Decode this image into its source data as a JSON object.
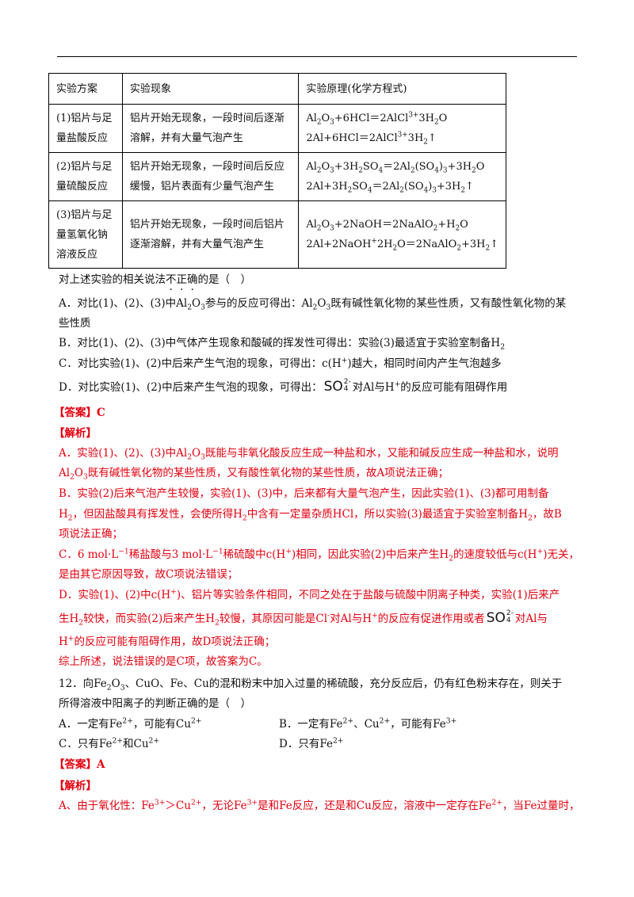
{
  "table": {
    "headers": [
      "实验方案",
      "实验现象",
      "实验原理(化学方程式)"
    ],
    "rows": [
      {
        "scheme": [
          "(1)铝片与足",
          "量盐酸反应"
        ],
        "phenomenon": [
          "铝片开始无现象，一段时间后逐渐",
          "溶解，并有大量气泡产生"
        ],
        "equations": [
          "Al2O3+6HCl＝2AlCl3+3H2O",
          "2Al+6HCl＝2AlCl3+3H2↑"
        ]
      },
      {
        "scheme": [
          "(2)铝片与足",
          "量硫酸反应"
        ],
        "phenomenon": [
          "铝片开始无现象，一段时间后反应",
          "缓慢，铝片表面有少量气泡产生"
        ],
        "equations": [
          "Al2O3+3H2SO4＝2Al2(SO4)3+3H2O",
          "2Al+3H2SO4＝2Al2(SO4)3+3H2↑"
        ]
      },
      {
        "scheme": [
          "(3)铝片与足",
          "量氢氧化钠",
          "溶液反应"
        ],
        "phenomenon": [
          "铝片开始无现象，一段时间后铝片",
          "逐渐溶解，并有大量气泡产生"
        ],
        "equations": [
          "Al2O3+2NaOH＝2NaAlO2+H2O",
          "2Al+2NaOH+2H2O＝2NaAlO2+3H2↑"
        ]
      }
    ]
  },
  "q11": {
    "stem_prefix": "对上述实验的相关说法",
    "stem_emph": "不正确",
    "stem_suffix": "的是（　）",
    "A1": "A．对比(1)、(2)、(3)中Al2O3参与的反应可得出：Al2O3既有碱性氧化物的某些性质，又有酸性氧化物的某",
    "A2": "些性质",
    "B": "B．对比(1)、(2)、(3)中气体产生现象和酸碱的挥发性可得出：实验(3)最适宜于实验室制备H2",
    "C": "C．对比实验(1)、(2)中后来产生气泡的现象，可得出：c(H+)越大，相同时间内产生气泡越多",
    "D_prefix": "D．对比实验(1)、(2)中后来产生气泡的现象，可得出：",
    "D_suffix": "对Al与H+的反应可能有阻碍作用",
    "answer": "【答案】C",
    "analysis_label": "【解析】",
    "exp_A1": "A．实验(1)、(2)、(3)中Al2O3既能与非氧化酸反应生成一种盐和水，又能和碱反应生成一种盐和水，说明",
    "exp_A2": "Al2O3既有碱性氧化物的某些性质，又有酸性氧化物的某些性质，故A项说法正确；",
    "exp_B1": "B．实验(2)后来气泡产生较慢，实验(1)、(3)中，后来都有大量气泡产生，因此实验(1)、(3)都可用制备",
    "exp_B2": "H2，但因盐酸具有挥发性，会使所得H2中含有一定量杂质HCl，所以实验(3)最适宜于实验室制备H2，故B",
    "exp_B3": "项说法正确；",
    "exp_C1": "C．6 mol·L−1稀盐酸与3 mol·L−1稀硫酸中c(H+)相同，因此实验(2)中后来产生H2的速度较低与c(H+)无关，",
    "exp_C2": "是由其它原因导致，故C项说法错误；",
    "exp_D1": "D．实验(1)、(2)中c(H+)、铝片等实验条件相同，不同之处在于盐酸与硫酸中阴离子种类，实验(1)后来产",
    "exp_D2_prefix": "生H2较快，而实验(2)后来产生H2较慢，其原因可能是Cl-对Al与H+的反应有促进作用或者",
    "exp_D2_suffix": "对Al与",
    "exp_D3": "H+的反应可能有阻碍作用，故D项说法正确；",
    "exp_summary": "综上所述，说法错误的是C项，故答案为C。",
    "so4_base": "SO",
    "so4_sup": "2-",
    "so4_sub": "4"
  },
  "q12": {
    "stem1": "12．向Fe2O3、CuO、Fe、Cu的混和粉末中加入过量的稀硫酸，充分反应后，仍有红色粉末存在，则关于",
    "stem2": "所得溶液中阳离子的判断正确的是（　）",
    "optA": "A．一定有Fe2+，可能有Cu2+",
    "optB": "B．一定有Fe2+、Cu2+，可能有Fe3+",
    "optC": "C．只有Fe2+和Cu2+",
    "optD": "D．只有Fe2+",
    "answer": "【答案】A",
    "analysis_label": "【解析】",
    "exp1": "A、由于氧化性：Fe3+＞Cu2+，无论Fe3+是和Fe反应，还是和Cu反应，溶液中一定存在Fe2+，当Fe过量时，"
  }
}
